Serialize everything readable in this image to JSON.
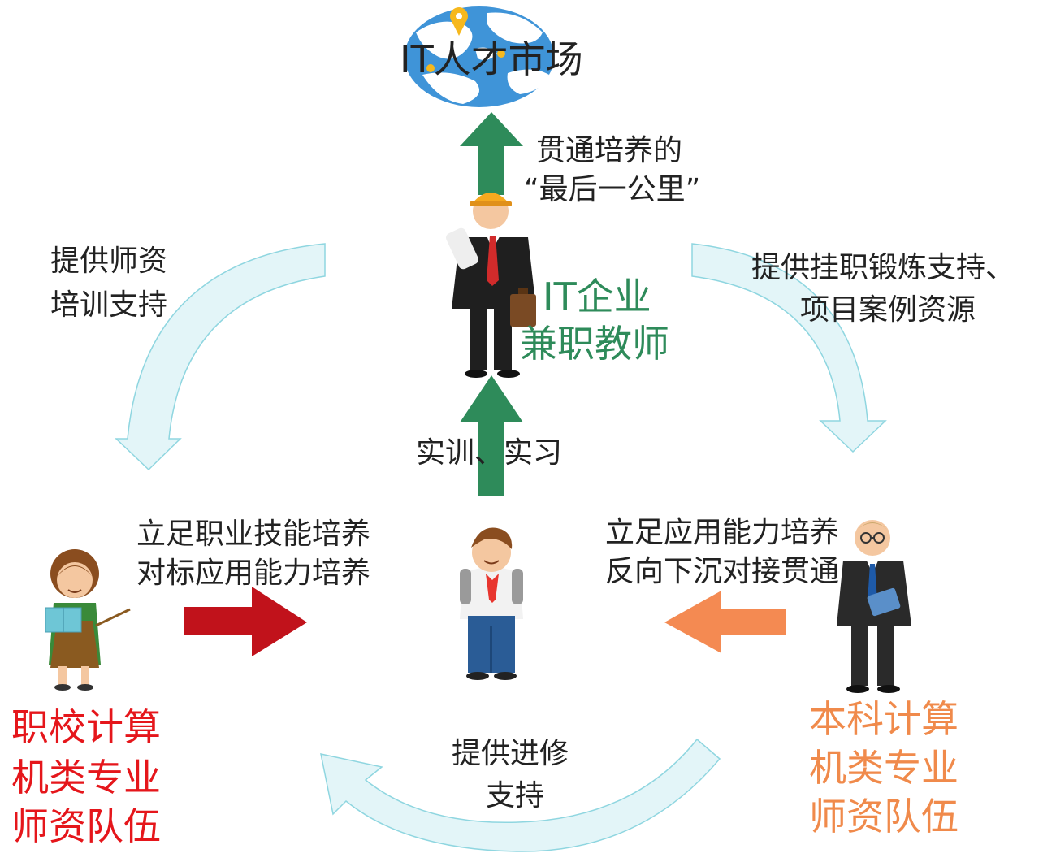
{
  "top": {
    "market": "IT人才市场"
  },
  "arrows": {
    "last_mile_line1": "贯通培养的",
    "last_mile_line2": "“最后一公里”",
    "training_internship": "实训、实习",
    "teacher_training_line1": "提供师资",
    "teacher_training_line2": "培训支持",
    "attachment_line1": "提供挂职锻炼支持、",
    "attachment_line2": "项目案例资源",
    "further_study_line1": "提供进修",
    "further_study_line2": "支持",
    "vocational_line1": "立足职业技能培养",
    "vocational_line2": "对标应用能力培养",
    "undergrad_line1": "立足应用能力培养",
    "undergrad_line2": "反向下沉对接贯通"
  },
  "nodes": {
    "enterprise_line1": "IT企业",
    "enterprise_line2": "兼职教师",
    "vocational_team_line1": "职校计算",
    "vocational_team_line2": "机类专业",
    "vocational_team_line3": "师资队伍",
    "undergrad_team_line1": "本科计算",
    "undergrad_team_line2": "机类专业",
    "undergrad_team_line3": "师资队伍"
  },
  "colors": {
    "green_arrow": "#2e8b5a",
    "red_arrow": "#c1121b",
    "orange_arrow": "#f48a52",
    "curved_arrow_fill": "#e3f5f8",
    "curved_arrow_stroke": "#8fd6e0",
    "enterprise_text": "#2e8b5a",
    "vocational_text": "#e5161b",
    "undergrad_text": "#f08a4b"
  }
}
